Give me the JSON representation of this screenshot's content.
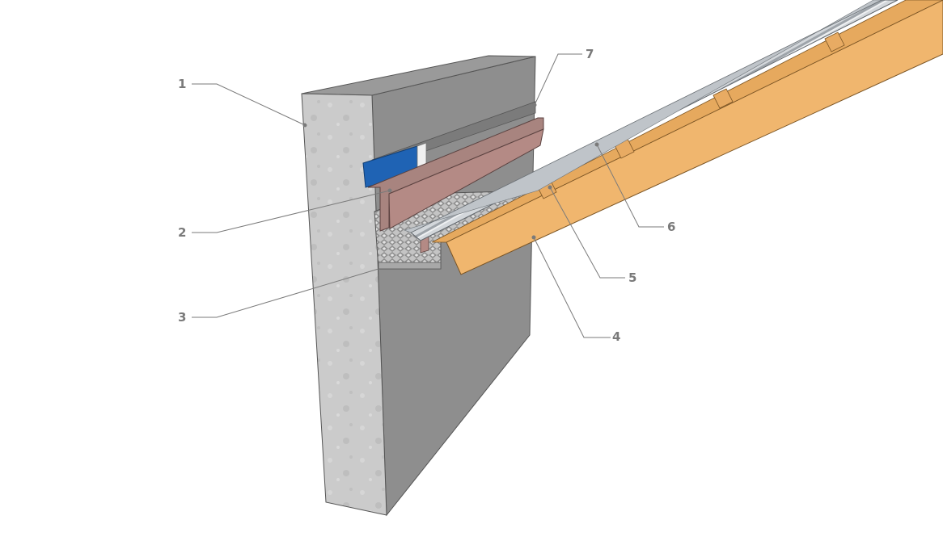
{
  "diagram": {
    "callouts": [
      {
        "id": "c1",
        "label": "1"
      },
      {
        "id": "c2",
        "label": "2"
      },
      {
        "id": "c3",
        "label": "3"
      },
      {
        "id": "c4",
        "label": "4"
      },
      {
        "id": "c5",
        "label": "5"
      },
      {
        "id": "c6",
        "label": "6"
      },
      {
        "id": "c7",
        "label": "7"
      }
    ],
    "colors": {
      "wall_front": "#c9c9c9",
      "wall_side": "#8d8d8d",
      "wall_top": "#8a8a8a",
      "flashing": "#b48a85",
      "blue_tape": "#1f63b4",
      "insulation": "#bdbdbd",
      "timber": "#f0b66e",
      "metal_sheet": "#c9cdd2",
      "label": "#7a7a7a"
    }
  }
}
